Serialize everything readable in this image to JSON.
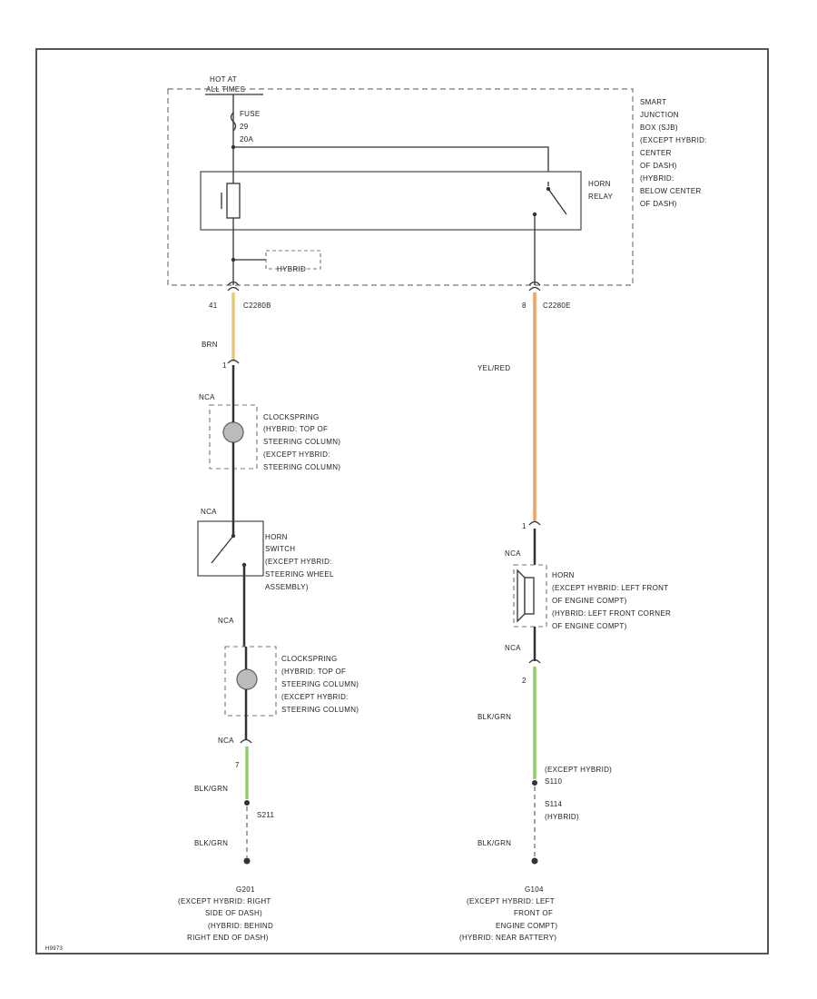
{
  "power": {
    "hot_label_1": "HOT AT",
    "hot_label_2": "ALL TIMES",
    "fuse_1": "FUSE",
    "fuse_2": "29",
    "fuse_3": "20A"
  },
  "sjb": {
    "lines": [
      "SMART",
      "JUNCTION",
      "BOX (SJB)",
      "(EXCEPT HYBRID:",
      "CENTER",
      "OF DASH)",
      "(HYBRID:",
      "BELOW CENTER",
      "OF DASH)"
    ],
    "relay_1": "HORN",
    "relay_2": "RELAY",
    "hybrid_tag": "HYBRID"
  },
  "left": {
    "c_pin": "41",
    "c_name": "C2280B",
    "wire_color": "BRN",
    "pin_1": "1",
    "nca_1": "NCA",
    "clock1": [
      "CLOCKSPRING",
      "(HYBRID: TOP OF",
      "STEERING COLUMN)",
      "(EXCEPT HYBRID:",
      "STEERING COLUMN)"
    ],
    "nca_2": "NCA",
    "horn_switch": [
      "HORN",
      "SWITCH",
      "(EXCEPT HYBRID:",
      "STEERING WHEEL",
      "ASSEMBLY)"
    ],
    "nca_3": "NCA",
    "clock2": [
      "CLOCKSPRING",
      "(HYBRID: TOP OF",
      "STEERING COLUMN)",
      "(EXCEPT HYBRID:",
      "STEERING COLUMN)"
    ],
    "nca_4": "NCA",
    "pin_2": "7",
    "wire_2": "BLK/GRN",
    "splice": "S211",
    "wire_3": "BLK/GRN",
    "ground": [
      "G201",
      "(EXCEPT HYBRID: RIGHT",
      "SIDE OF DASH)",
      "(HYBRID: BEHIND",
      "RIGHT END OF DASH)"
    ]
  },
  "right": {
    "c_pin": "8",
    "c_name": "C2280E",
    "wire_color": "YEL/RED",
    "pin_1": "1",
    "nca_1": "NCA",
    "horn": [
      "HORN",
      "(EXCEPT HYBRID: LEFT FRONT",
      "OF ENGINE COMPT)",
      "(HYBRID: LEFT FRONT CORNER",
      "OF ENGINE COMPT)"
    ],
    "nca_2": "NCA",
    "pin_2": "2",
    "wire_2": "BLK/GRN",
    "splice_a": "(EXCEPT HYBRID)",
    "splice_b": "S110",
    "splice_c": "S114",
    "splice_d": "(HYBRID)",
    "wire_3": "BLK/GRN",
    "ground": [
      "G104",
      "(EXCEPT HYBRID: LEFT",
      "FRONT OF",
      "ENGINE COMPT)",
      "(HYBRID: NEAR BATTERY)"
    ]
  },
  "footer": {
    "code": "H9973"
  },
  "colors": {
    "brn": "#e8c77a",
    "yelred": "#f2a060",
    "blkgrn": "#8fce6a",
    "wire": "#333333"
  }
}
